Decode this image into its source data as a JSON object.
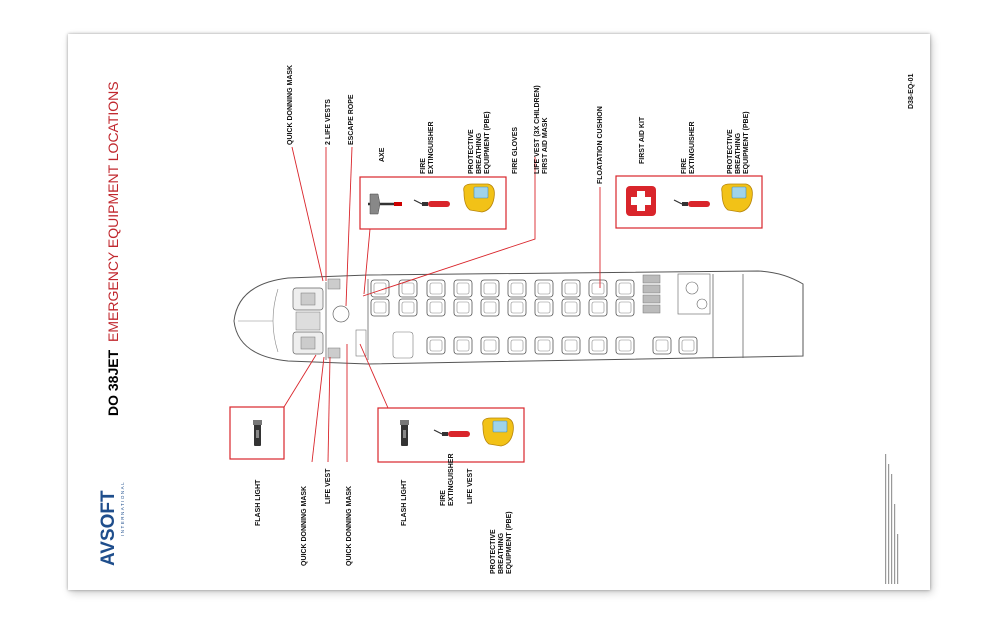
{
  "brand": {
    "name": "AVSOFT",
    "sub": "INTERNATIONAL",
    "color": "#1f4e8c"
  },
  "title": {
    "prefix": "DO 38JET",
    "main": "EMERGENCY EQUIPMENT LOCATIONS",
    "prefix_color": "#222222",
    "main_color": "#c0272d"
  },
  "doc_ref": "D38-EQ-01",
  "accent": "#d9252b",
  "top_labels": {
    "quick_donning_mask": "QUICK DONNING MASK",
    "two_life_vests": "2 LIFE VESTS",
    "escape_rope": "ESCAPE ROPE",
    "axe": "AXE",
    "fire_ext_1": [
      "FIRE",
      "EXTINGUISHER"
    ],
    "pbe_1": [
      "PROTECTIVE",
      "BREATHING",
      "EQUIPMENT (PBE)"
    ],
    "fire_gloves": "FIRE GLOVES",
    "life_vest_children": [
      "LIFE VEST (3X CHILDREN)",
      "FIRST AID MASK"
    ],
    "floatation_cushion": "FLOATATION CUSHION",
    "first_aid_kit": "FIRST AID KIT",
    "fire_ext_2": [
      "FIRE",
      "EXTINGUISHER"
    ],
    "pbe_2": [
      "PROTECTIVE",
      "BREATHING",
      "EQUIPMENT (PBE)"
    ]
  },
  "bottom_labels": {
    "flash_light_1": "FLASH LIGHT",
    "quick_donning_mask_1": "QUICK DONNING MASK",
    "life_vest_1": "LIFE VEST",
    "quick_donning_mask_2": "QUICK DONNING MASK",
    "flash_light_2": "FLASH LIGHT",
    "fire_ext_3": [
      "FIRE",
      "EXTINGUISHER"
    ],
    "life_vest_2": "LIFE VEST",
    "pbe_3": [
      "PROTECTIVE",
      "BREATHING",
      "EQUIPMENT (PBE)"
    ]
  },
  "icons": [
    "axe-icon",
    "fire-extinguisher-icon",
    "pbe-hood-icon",
    "first-aid-kit-icon",
    "flashlight-icon"
  ]
}
